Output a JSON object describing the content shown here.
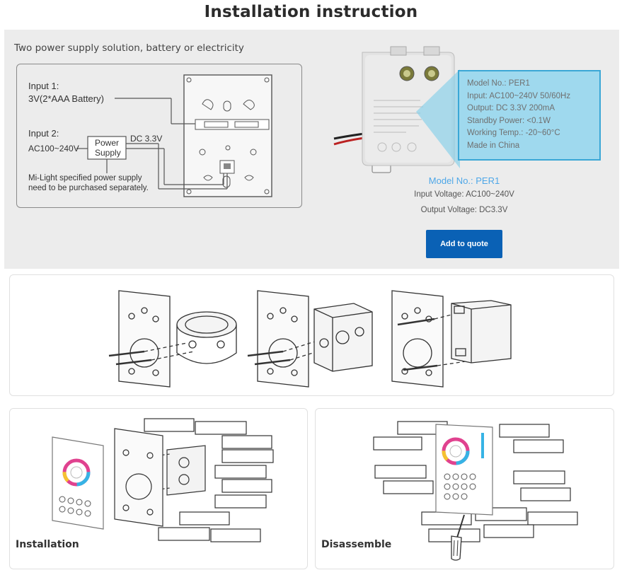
{
  "page": {
    "title": "Installation instruction"
  },
  "power_supply": {
    "caption": "Two power supply solution, battery or electricity",
    "input1_label": "Input 1:",
    "input1_value": "3V(2*AAA Battery)",
    "input2_label": "Input 2:",
    "input2_value": "AC100~240V",
    "power_box_line1": "Power",
    "power_box_line2": "Supply",
    "dc_label": "DC 3.3V",
    "note_line1": "Mi-Light specified power supply",
    "note_line2": "need to be purchased separately."
  },
  "adapter_label": {
    "model": "Model No.: PER1",
    "input": "Input: AC100~240V  50/60Hz",
    "output": "Output: DC 3.3V  200mA",
    "standby": "Standby Power: <0.1W",
    "temp": "Working Temp.: -20~60°C",
    "origin": "Made in China"
  },
  "product": {
    "model": "Model No.: PER1",
    "input_voltage": "Input Voltage: AC100~240V",
    "output_voltage": "Output Voltage: DC3.3V",
    "quote_button": "Add to quote"
  },
  "cards": {
    "installation_label": "Installation",
    "disassemble_label": "Disassemble"
  },
  "icons": [
    "remote-panel-icon",
    "wall-bracket-icon",
    "junction-box-icon",
    "screwdriver-icon",
    "brick-wall-icon"
  ]
}
